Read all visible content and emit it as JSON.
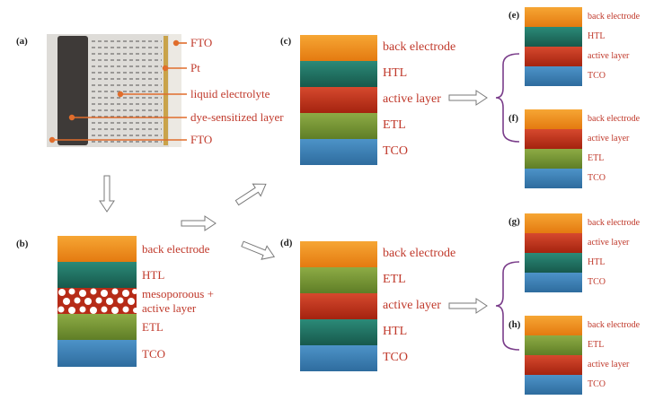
{
  "panels": {
    "a": {
      "label": "(a)",
      "labels": {
        "fto_top": "FTO",
        "pt": "Pt",
        "electrolyte": "liquid electrolyte",
        "dye": "dye-sensitized layer",
        "fto_bottom": "FTO"
      }
    },
    "b": {
      "label": "(b)",
      "layers": [
        "back electrode",
        "HTL",
        "mesoporoous +",
        "active layer",
        "ETL",
        "TCO"
      ]
    },
    "c": {
      "label": "(c)",
      "layers": [
        "back electrode",
        "HTL",
        "active layer",
        "ETL",
        "TCO"
      ]
    },
    "d": {
      "label": "(d)",
      "layers": [
        "back electrode",
        "ETL",
        "active layer",
        "HTL",
        "TCO"
      ]
    },
    "e": {
      "label": "(e)",
      "layers": [
        "back electrode",
        "HTL",
        "active layer",
        "TCO"
      ]
    },
    "f": {
      "label": "(f)",
      "layers": [
        "back electrode",
        "active layer",
        "ETL",
        "TCO"
      ]
    },
    "g": {
      "label": "(g)",
      "layers": [
        "back electrode",
        "active layer",
        "HTL",
        "TCO"
      ]
    },
    "h": {
      "label": "(h)",
      "layers": [
        "back electrode",
        "ETL",
        "active layer",
        "TCO"
      ]
    }
  },
  "colors": {
    "label_text": "#c0392b",
    "back_electrode": "#f39c26",
    "htl": "#1f7566",
    "active_layer": "#c0391f",
    "etl": "#78963a",
    "tco": "#3f82b8",
    "leader_line": "#e06d2c"
  }
}
